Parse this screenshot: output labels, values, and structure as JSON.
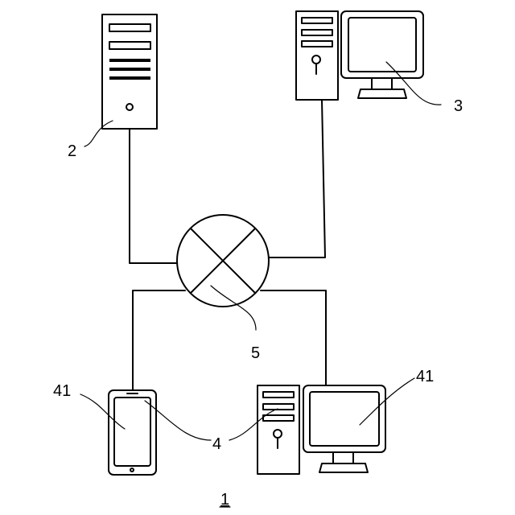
{
  "labels": {
    "server": "2",
    "pc": "3",
    "terminal": "4",
    "display_phone": "41",
    "display_pc": "41",
    "network": "5",
    "figure": "1"
  }
}
